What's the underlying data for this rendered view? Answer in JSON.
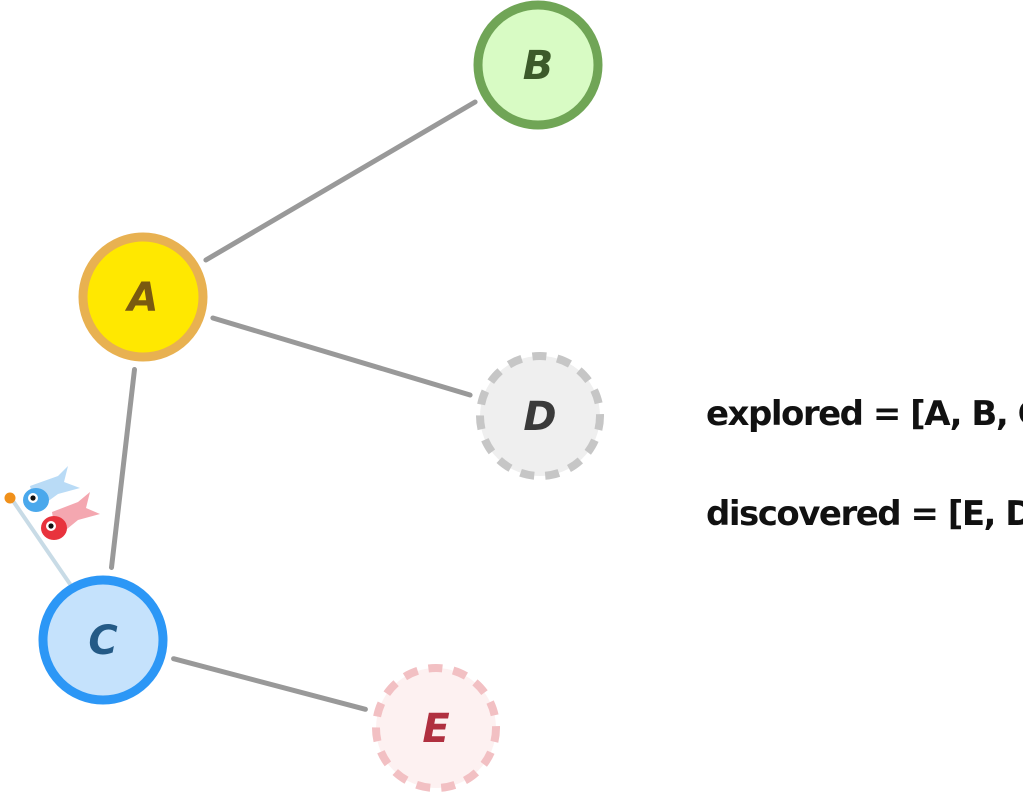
{
  "nodes": [
    {
      "id": "A",
      "label": "A",
      "fill": "#ffe800",
      "stroke": "#e8b151",
      "text_color": "#7a5a10",
      "state": "explored"
    },
    {
      "id": "B",
      "label": "B",
      "fill": "#d8fbc4",
      "stroke": "#70a556",
      "text_color": "#3c5a2a",
      "state": "explored"
    },
    {
      "id": "C",
      "label": "C",
      "fill": "#c5e2fc",
      "stroke": "#2c97f6",
      "text_color": "#245a86",
      "state": "current"
    },
    {
      "id": "D",
      "label": "D",
      "fill": "#efefef",
      "stroke": "#c6c6c6",
      "text_color": "#3a3a3a",
      "state": "discovered"
    },
    {
      "id": "E",
      "label": "E",
      "fill": "#fdf1f1",
      "stroke": "#f2c0c3",
      "text_color": "#b03040",
      "state": "discovered"
    }
  ],
  "edges": [
    {
      "from": "A",
      "to": "B"
    },
    {
      "from": "A",
      "to": "D"
    },
    {
      "from": "A",
      "to": "C"
    },
    {
      "from": "C",
      "to": "E"
    }
  ],
  "edge_color": "#999999",
  "state": {
    "explored_text": "explored = [A, B, C]",
    "discovered_text": "discovered = [E, D]"
  },
  "marker": {
    "icon": "koinobori-flag-icon",
    "colors": {
      "pole": "#c8dbe6",
      "top_ball": "#f0901a",
      "fish_blue": "#4aa8ec",
      "fish_red": "#e8333d"
    }
  }
}
